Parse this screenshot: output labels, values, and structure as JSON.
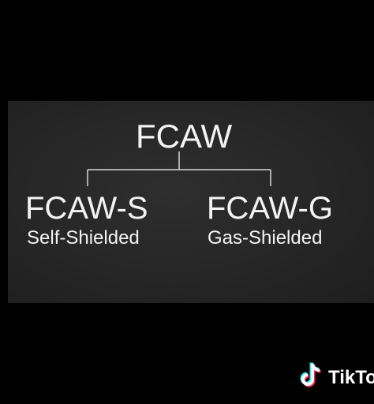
{
  "diagram": {
    "root": "FCAW",
    "branches": [
      {
        "title": "FCAW-S",
        "subtitle": "Self-Shielded"
      },
      {
        "title": "FCAW-G",
        "subtitle": "Gas-Shielded"
      }
    ]
  },
  "watermark": {
    "brand": "TikTok",
    "icon": "tiktok-logo-icon"
  },
  "colors": {
    "background": "#000000",
    "board": "#262626",
    "text": "#f4f4f4",
    "accent_cyan": "#25f4ee",
    "accent_red": "#fe2c55"
  }
}
